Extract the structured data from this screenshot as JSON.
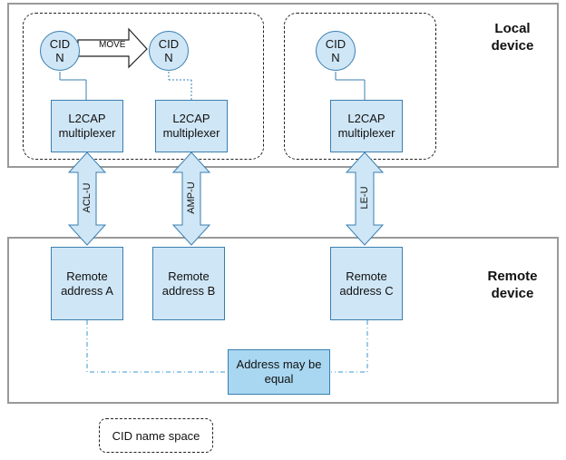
{
  "local_device_label": [
    "Local",
    "device"
  ],
  "remote_device_label": [
    "Remote",
    "device"
  ],
  "cid_circles": [
    {
      "line1": "CID",
      "line2": "N"
    },
    {
      "line1": "CID",
      "line2": "N"
    },
    {
      "line1": "CID",
      "line2": "N"
    }
  ],
  "move_label": "MOVE",
  "l2cap_boxes": [
    {
      "line1": "L2CAP",
      "line2": "multiplexer"
    },
    {
      "line1": "L2CAP",
      "line2": "multiplexer"
    },
    {
      "line1": "L2CAP",
      "line2": "multiplexer"
    }
  ],
  "links": [
    "ACL-U",
    "AMP-U",
    "LE-U"
  ],
  "remote_boxes": [
    {
      "line1": "Remote",
      "line2": "address A"
    },
    {
      "line1": "Remote",
      "line2": "address B"
    },
    {
      "line1": "Remote",
      "line2": "address C"
    }
  ],
  "address_note": {
    "line1": "Address may be",
    "line2": "equal"
  },
  "legend_label": "CID name space",
  "colors": {
    "box_fill": "#cfe6f6",
    "note_fill": "#a9d7f1",
    "box_border": "#3a7fb0",
    "panel_border": "#999999"
  }
}
